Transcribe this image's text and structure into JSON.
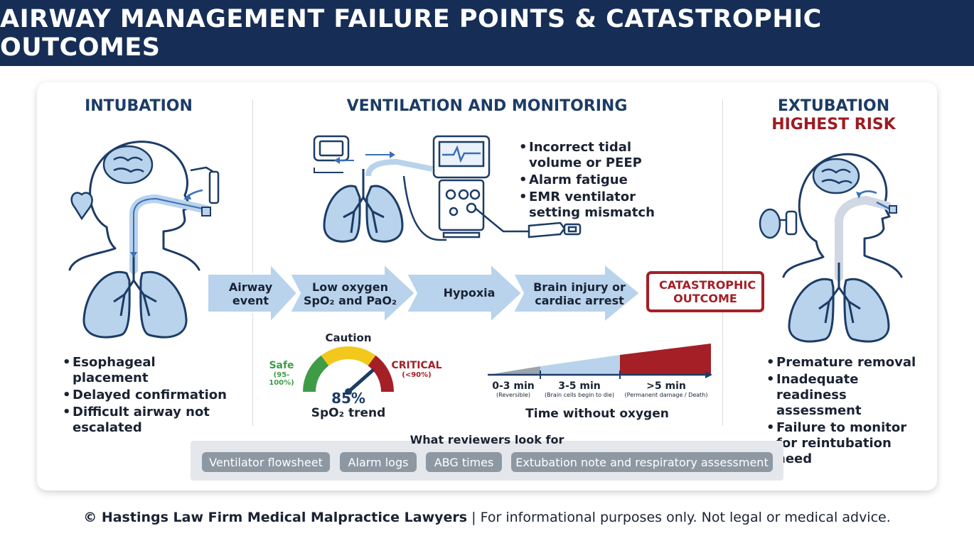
{
  "header": {
    "title": "AIRWAY MANAGEMENT FAILURE POINTS & CATASTROPHIC OUTCOMES"
  },
  "intubation": {
    "title": "INTUBATION",
    "bullets": [
      "Esophageal placement",
      "Delayed confirmation",
      "Difficult airway not escalated"
    ]
  },
  "ventilation": {
    "title": "VENTILATION AND MONITORING",
    "bullets": [
      "Incorrect tidal volume or PEEP",
      "Alarm fatigue",
      "EMR ventilator setting mismatch"
    ]
  },
  "extubation": {
    "title": "EXTUBATION",
    "subtitle": "HIGHEST RISK",
    "bullets": [
      "Premature removal",
      "Inadequate readiness assessment",
      "Failure to monitor for reintubation need"
    ]
  },
  "flow": {
    "steps": [
      {
        "line1": "Airway",
        "line2": "event"
      },
      {
        "line1": "Low oxygen",
        "line2": "SpO₂ and PaO₂"
      },
      {
        "line1": "Hypoxia",
        "line2": ""
      },
      {
        "line1": "Brain injury or",
        "line2": "cardiac arrest"
      }
    ],
    "outcome_line1": "CATASTROPHIC",
    "outcome_line2": "OUTCOME"
  },
  "gauge": {
    "caution_label": "Caution",
    "safe_label": "Safe",
    "safe_range": "(95-100%)",
    "critical_label": "CRITICAL",
    "critical_range": "(<90%)",
    "value": "85%",
    "value_number": 85,
    "caption": "SpO₂ trend",
    "colors": {
      "safe": "#3f9c46",
      "caution": "#f2c81d",
      "critical": "#a51f26"
    }
  },
  "timeline": {
    "segments": [
      {
        "label": "0-3 min",
        "note": "(Reversible)"
      },
      {
        "label": "3-5 min",
        "note": "(Brain cells begin to die)"
      },
      {
        "label": ">5 min",
        "note": "(Permanent damage / Death)"
      }
    ],
    "caption": "Time without oxygen"
  },
  "reviewers": {
    "title": "What reviewers look for",
    "items": [
      "Ventilator flowsheet",
      "Alarm logs",
      "ABG times",
      "Extubation note and respiratory assessment"
    ]
  },
  "footer": {
    "brand": "© Hastings Law Firm Medical Malpractice Lawyers",
    "separator": "|",
    "disclaimer": "For informational purposes only. Not legal or medical advice."
  },
  "colors": {
    "navy": "#162e55",
    "accent_blue": "#b9d3ec",
    "critical_red": "#a51f26",
    "arrow_blue": "#3b6fb6"
  }
}
